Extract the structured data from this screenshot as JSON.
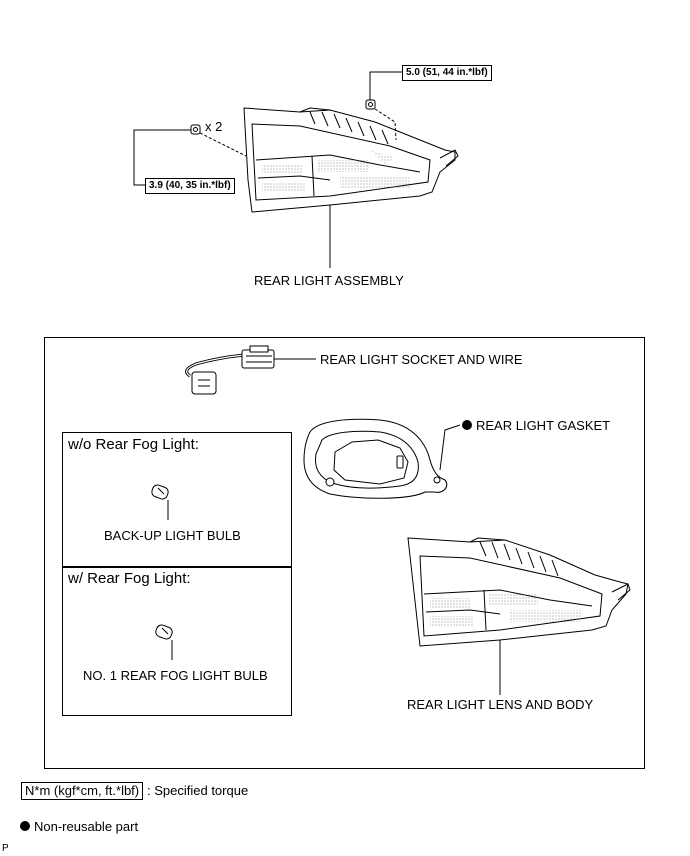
{
  "torque_top_right": "5.0 (51, 44 in.*lbf)",
  "torque_left": "3.9 (40, 35 in.*lbf)",
  "qty_mark": "x 2",
  "label_rear_light_assembly": "REAR LIGHT ASSEMBLY",
  "label_socket_wire": "REAR LIGHT SOCKET AND WIRE",
  "label_gasket": "REAR LIGHT GASKET",
  "box_wo_title": "w/o Rear Fog Light:",
  "label_backup_bulb": "BACK-UP LIGHT BULB",
  "box_w_title": "w/ Rear Fog Light:",
  "label_fog_bulb": "NO. 1 REAR FOG LIGHT BULB",
  "label_lens_body": "REAR LIGHT LENS AND BODY",
  "legend_torque_unit": "N*m (kgf*cm, ft.*lbf)",
  "legend_torque_desc": ": Specified torque",
  "legend_nonreusable": "Non-reusable part",
  "corner_mark": "P"
}
